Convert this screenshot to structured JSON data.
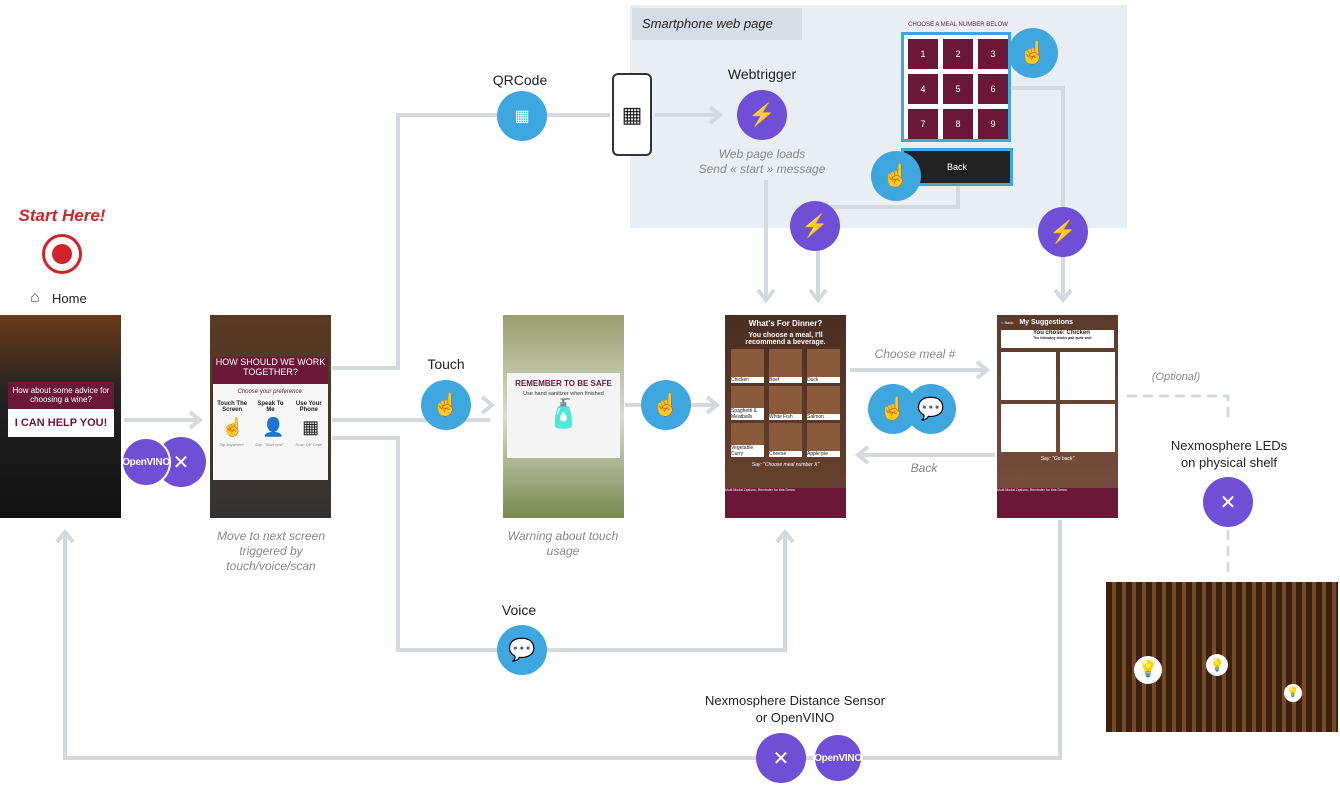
{
  "start": {
    "title": "Start Here!",
    "home": "Home"
  },
  "phone_panel": {
    "title": "Smartphone web page",
    "keypad_title": "Choose a meal number below",
    "keys": [
      "1",
      "2",
      "3",
      "4",
      "5",
      "6",
      "7",
      "8",
      "9"
    ],
    "back": "Back"
  },
  "qrcode": {
    "label": "QRCode"
  },
  "webtrigger": {
    "label": "Webtrigger",
    "caption1": "Web page loads",
    "caption2": "Send « start » message"
  },
  "screen1": {
    "question": "How about some advice for choosing a wine?",
    "button": "I CAN HELP YOU!"
  },
  "openvino": "OpenVINO",
  "screen2": {
    "title": "HOW SHOULD WE WORK TOGETHER?",
    "sub": "Choose your preference:",
    "opts": [
      "Touch The Screen",
      "Speak To Me",
      "Use Your Phone"
    ],
    "hints": [
      "Tap anywhere",
      "Say: \"Start now\"",
      "Scan QR Code"
    ],
    "caption": [
      "Move to next screen",
      "triggered by",
      "touch/voice/scan"
    ]
  },
  "touch": {
    "label": "Touch"
  },
  "screen3": {
    "title": "REMEMBER TO BE SAFE",
    "sub": "Use hand sanitizer when finished",
    "caption": [
      "Warning about touch",
      "usage"
    ]
  },
  "voice": {
    "label": "Voice"
  },
  "screen4": {
    "title": "What's For Dinner?",
    "sub": "You choose a meal, I'll recommend a beverage.",
    "meals": [
      "Chicken",
      "Beef",
      "Duck",
      "Spaghetti & Meatballs",
      "White Fish",
      "Salmon",
      "Vegetable Curry",
      "Cheese",
      "Apple pie"
    ],
    "say": "Say: \"Choose meal number X\"",
    "footer": "Multi Modal Options: Reminder for this Demo"
  },
  "screen5": {
    "back": "< Back",
    "title": "My Suggestions",
    "chose": "You chose: Chicken",
    "sub": "The following drinks pair quite well:",
    "say": "Say: \"Go back\"",
    "footer": "Multi Modal Options: Reminder for this Demo"
  },
  "links": {
    "choose": "Choose meal #",
    "back": "Back",
    "optional": "(Optional)"
  },
  "leds": {
    "label1": "Nexmosphere LEDs",
    "label2": "on physical shelf"
  },
  "sensor": {
    "label1": "Nexmosphere Distance Sensor",
    "label2": "or OpenVINO"
  },
  "colors": {
    "touch": "#3ea7e0",
    "webtrigger": "#6f4fd6",
    "brand": "#6b1838",
    "start": "#d0232a"
  }
}
